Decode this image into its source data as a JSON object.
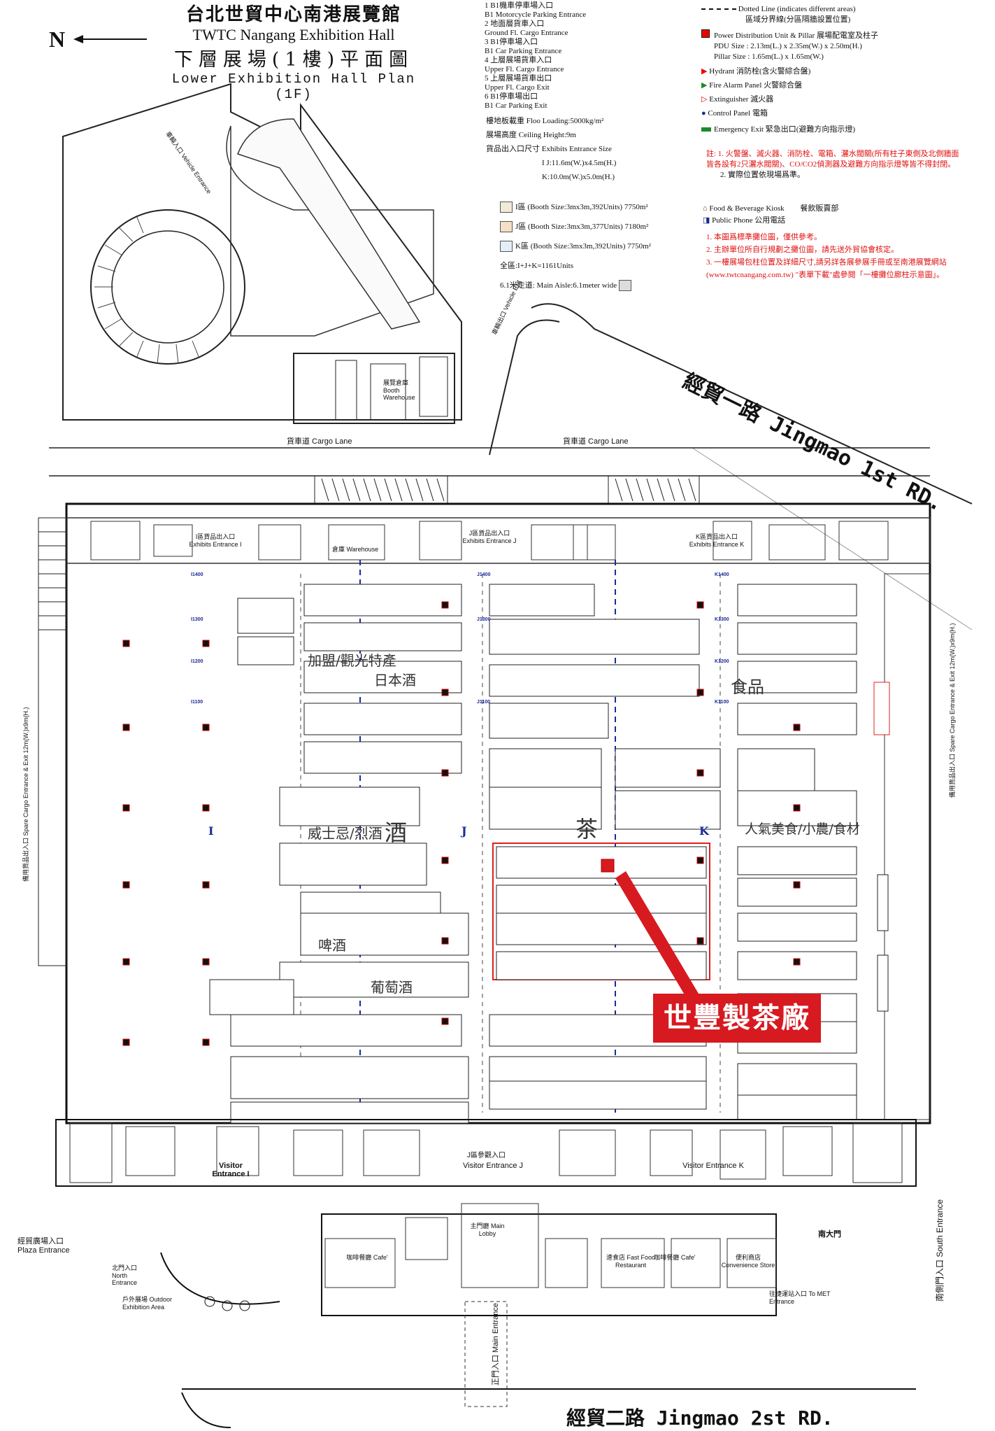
{
  "header": {
    "title_zh": "台北世貿中心南港展覽館",
    "title_en": "TWTC Nangang Exhibition Hall",
    "plan_zh": "下層展場(1樓)平面圖",
    "plan_en": "Lower Exhibition Hall Plan (1F)",
    "compass": "N"
  },
  "entrances_legend": [
    {
      "num": "1",
      "zh": "B1機車停車場入口",
      "en": "B1 Motorcycle Parking Entrance"
    },
    {
      "num": "2",
      "zh": "地面層貨車入口",
      "en": "Ground Fl. Cargo Entrance"
    },
    {
      "num": "3",
      "zh": "B1停車場入口",
      "en": "B1 Car Parking Entrance"
    },
    {
      "num": "4",
      "zh": "上層展場貨車入口",
      "en": "Upper Fl. Cargo Entrance"
    },
    {
      "num": "5",
      "zh": "上層展場貨車出口",
      "en": "Upper Fl. Cargo Exit"
    },
    {
      "num": "6",
      "zh": "B1停車場出口",
      "en": "B1 Car Parking Exit"
    }
  ],
  "specs": {
    "floor_loading": "樓地板載重  Floo Loading:5000kg/m²",
    "ceiling": "展場高度  Ceiling Height:9m",
    "cargo_size_1": "貨品出入口尺寸  Exhibits Entrance Size",
    "cargo_size_2": "I  J:11.6m(W.)x4.5m(H.)",
    "cargo_size_3": "K:10.0m(W.)x5.0m(H.)",
    "zone_i": "I區  (Booth Size:3mx3m,392Units) 7750m²",
    "zone_j": "J區  (Booth Size:3mx3m,377Units) 7180m²",
    "zone_k": "K區  (Booth Size:3mx3m,392Units) 7750m²",
    "total": "全區:I+J+K=1161Units",
    "aisle": "6.1米走道:  Main Aisle:6.1meter wide"
  },
  "symbols_legend": [
    {
      "zh": "區域分界線(分區隔牆設置位置)",
      "en": "Dotted Line (indicates different areas)"
    },
    {
      "zh": "展場配電室及柱子",
      "en": "Power Distribution Unit & Pillar"
    },
    {
      "zh": "",
      "en": "PDU Size : 2.13m(L.) x 2.35m(W.) x 2.50m(H.)"
    },
    {
      "zh": "",
      "en": "Pillar Size : 1.65m(L.) x 1.65m(W.)"
    },
    {
      "zh": "消防栓(含火警綜合盤)",
      "en": "Hydrant"
    },
    {
      "zh": "火警綜合盤",
      "en": "Fire Alarm Panel"
    },
    {
      "zh": "滅火器",
      "en": "Extinguisher"
    },
    {
      "zh": "電箱",
      "en": "Control Panel"
    },
    {
      "zh": "緊急出口(避難方向指示燈)",
      "en": "Emergency Exit"
    }
  ],
  "notes_red": [
    "註: 1. 火警盤、滅火器、消防栓、電箱、灑水閥關(所有柱子東側及北側牆面皆各設有2只灑水閥關)、CO/CO2偵測器及避難方向指示燈等皆不得封閉。",
    "2. 實際位置依現場爲準。"
  ],
  "kiosk": {
    "en": "Food & Beverage Kiosk",
    "zh": "餐飲販賣部"
  },
  "phone": {
    "en": "Public Phone",
    "zh": "公用電話"
  },
  "notes2": [
    "1. 本圖爲標準攤位圖，僅供參考。",
    "2. 主辦單位所自行規劃之攤位圖，請先送外貿協會核定。",
    "3. 一樓展場包柱位置及詳細尺寸,請另詳各展參展手冊或至南港展覽網站(www.twtcnangang.com.tw) \"表單下載\"處參閱「一樓攤位廊柱示意圖」。"
  ],
  "roads": {
    "top": "經貿一路 Jingmao 1st RD.",
    "bottom": "經貿二路 Jingmao 2st RD."
  },
  "map_labels": {
    "cargo_lane": "貨車道 Cargo Lane",
    "vehicle_entrance": "車輛入口 Vehicle Entrance",
    "vehicle_exit": "車輛出口 Vehicle Exit",
    "booth_warehouse": "展覽倉庫 Booth Warehouse",
    "entrance_i": "I區貨品出入口 Exhibits Entrance I",
    "entrance_j": "J區貨品出入口 Exhibits Entrance J",
    "entrance_k": "K區貨品出入口 Exhibits Entrance K",
    "spare_left": "備用貨品出入口 Spare Cargo Entrance & Exit 12m(W.)x9m(H.)",
    "spare_right": "備用貨品出入口 Spare Cargo Entrance & Exit 12m(W.)x9m(H.)",
    "zone_i": "I",
    "zone_j": "J",
    "zone_k": "K",
    "visitor_i": "Visitor Entrance I",
    "visitor_j": "Visitor Entrance J",
    "visitor_k": "Visitor Entrance K",
    "j_visitor_zh": "J區參觀入口",
    "main_lobby": "主門廳 Main Lobby",
    "plaza": "經貿廣場入口 Plaza Entrance",
    "south": "南側門入口 South Entrance",
    "main_entrance": "正門入口 Main Entrance",
    "north": "北門入口 North Entrance",
    "outdoor": "戶外展場 Outdoor Exhibition Area",
    "met": "往捷運站入口 To MET Entrance",
    "cafe1": "咖啡餐廳 Cafe'",
    "cafe2": "咖啡餐廳 Cafe'",
    "fast_food": "速食店 Fast Food Restaurant",
    "convenience": "便利商店 Convenience Store",
    "warehouse": "倉庫 Warehouse",
    "south_gate": "南大門"
  },
  "zone_labels": [
    "加盟/觀光特產",
    "日本酒",
    "威士忌/烈酒",
    "酒",
    "啤酒",
    "葡萄酒",
    "茶",
    "食品",
    "人氣美食/小農/食材"
  ],
  "column_labels": [
    "I1400",
    "I1300",
    "I1200",
    "I1100",
    "J1400",
    "J1300",
    "J1100",
    "K1400",
    "K1300",
    "K1200",
    "K1100"
  ],
  "callout": {
    "label": "世豐製茶廠",
    "color": "#d71920"
  }
}
